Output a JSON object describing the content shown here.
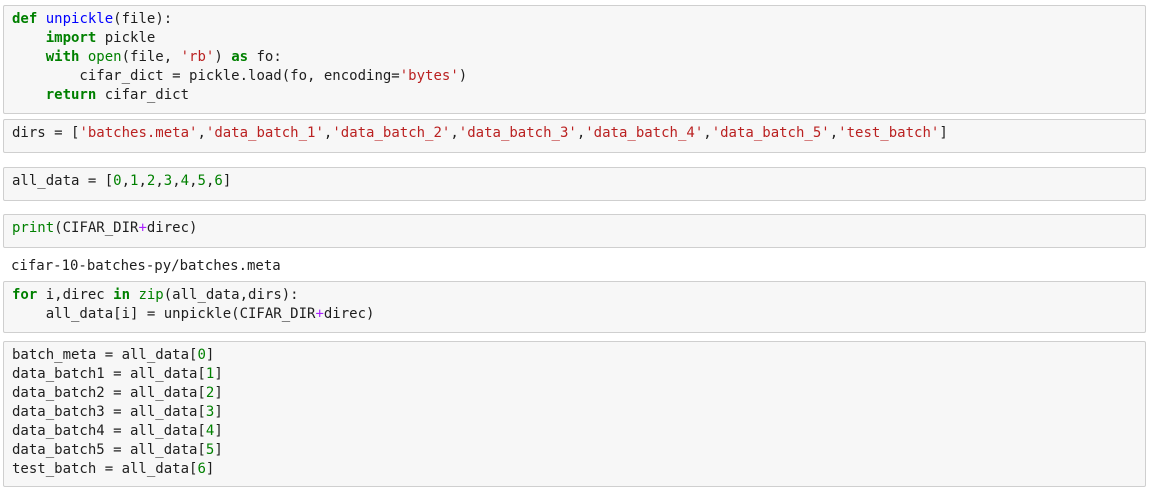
{
  "cells": [
    {
      "id": "cell-unpickle-def",
      "lines": [
        [
          {
            "t": "def",
            "c": "kw"
          },
          {
            "t": " ",
            "c": ""
          },
          {
            "t": "unpickle",
            "c": "fn"
          },
          {
            "t": "(file):",
            "c": ""
          }
        ],
        [
          {
            "t": "    ",
            "c": ""
          },
          {
            "t": "import",
            "c": "kw"
          },
          {
            "t": " pickle",
            "c": ""
          }
        ],
        [
          {
            "t": "    ",
            "c": ""
          },
          {
            "t": "with",
            "c": "kw"
          },
          {
            "t": " ",
            "c": ""
          },
          {
            "t": "open",
            "c": "bi"
          },
          {
            "t": "(file, ",
            "c": ""
          },
          {
            "t": "'rb'",
            "c": "str"
          },
          {
            "t": ") ",
            "c": ""
          },
          {
            "t": "as",
            "c": "kw"
          },
          {
            "t": " fo:",
            "c": ""
          }
        ],
        [
          {
            "t": "        cifar_dict ",
            "c": ""
          },
          {
            "t": "=",
            "c": ""
          },
          {
            "t": " pickle.load(fo, encoding=",
            "c": ""
          },
          {
            "t": "'bytes'",
            "c": "str"
          },
          {
            "t": ")",
            "c": ""
          }
        ],
        [
          {
            "t": "    ",
            "c": ""
          },
          {
            "t": "return",
            "c": "kw"
          },
          {
            "t": " cifar_dict",
            "c": ""
          }
        ]
      ]
    },
    {
      "id": "cell-dirs",
      "lines": [
        [
          {
            "t": "dirs = [",
            "c": ""
          },
          {
            "t": "'batches.meta'",
            "c": "str"
          },
          {
            "t": ",",
            "c": ""
          },
          {
            "t": "'data_batch_1'",
            "c": "str"
          },
          {
            "t": ",",
            "c": ""
          },
          {
            "t": "'data_batch_2'",
            "c": "str"
          },
          {
            "t": ",",
            "c": ""
          },
          {
            "t": "'data_batch_3'",
            "c": "str"
          },
          {
            "t": ",",
            "c": ""
          },
          {
            "t": "'data_batch_4'",
            "c": "str"
          },
          {
            "t": ",",
            "c": ""
          },
          {
            "t": "'data_batch_5'",
            "c": "str"
          },
          {
            "t": ",",
            "c": ""
          },
          {
            "t": "'test_batch'",
            "c": "str"
          },
          {
            "t": "]",
            "c": ""
          }
        ]
      ]
    },
    {
      "id": "cell-all-data",
      "lines": [
        [
          {
            "t": "all_data = [",
            "c": ""
          },
          {
            "t": "0",
            "c": "num"
          },
          {
            "t": ",",
            "c": ""
          },
          {
            "t": "1",
            "c": "num"
          },
          {
            "t": ",",
            "c": ""
          },
          {
            "t": "2",
            "c": "num"
          },
          {
            "t": ",",
            "c": ""
          },
          {
            "t": "3",
            "c": "num"
          },
          {
            "t": ",",
            "c": ""
          },
          {
            "t": "4",
            "c": "num"
          },
          {
            "t": ",",
            "c": ""
          },
          {
            "t": "5",
            "c": "num"
          },
          {
            "t": ",",
            "c": ""
          },
          {
            "t": "6",
            "c": "num"
          },
          {
            "t": "]",
            "c": ""
          }
        ]
      ]
    },
    {
      "id": "cell-print",
      "lines": [
        [
          {
            "t": "print",
            "c": "bi"
          },
          {
            "t": "(CIFAR_DIR",
            "c": ""
          },
          {
            "t": "+",
            "c": "op"
          },
          {
            "t": "direc)",
            "c": ""
          }
        ]
      ]
    },
    {
      "id": "cell-loop",
      "lines": [
        [
          {
            "t": "for",
            "c": "kw"
          },
          {
            "t": " i,direc ",
            "c": ""
          },
          {
            "t": "in",
            "c": "kw"
          },
          {
            "t": " ",
            "c": ""
          },
          {
            "t": "zip",
            "c": "bi"
          },
          {
            "t": "(all_data,dirs):",
            "c": ""
          }
        ],
        [
          {
            "t": "    all_data[i] = unpickle(CIFAR_DIR",
            "c": ""
          },
          {
            "t": "+",
            "c": "op"
          },
          {
            "t": "direc)",
            "c": ""
          }
        ]
      ]
    },
    {
      "id": "cell-assign-batches",
      "lines": [
        [
          {
            "t": "batch_meta = all_data[",
            "c": ""
          },
          {
            "t": "0",
            "c": "num"
          },
          {
            "t": "]",
            "c": ""
          }
        ],
        [
          {
            "t": "data_batch1 = all_data[",
            "c": ""
          },
          {
            "t": "1",
            "c": "num"
          },
          {
            "t": "]",
            "c": ""
          }
        ],
        [
          {
            "t": "data_batch2 = all_data[",
            "c": ""
          },
          {
            "t": "2",
            "c": "num"
          },
          {
            "t": "]",
            "c": ""
          }
        ],
        [
          {
            "t": "data_batch3 = all_data[",
            "c": ""
          },
          {
            "t": "3",
            "c": "num"
          },
          {
            "t": "]",
            "c": ""
          }
        ],
        [
          {
            "t": "data_batch4 = all_data[",
            "c": ""
          },
          {
            "t": "4",
            "c": "num"
          },
          {
            "t": "]",
            "c": ""
          }
        ],
        [
          {
            "t": "data_batch5 = all_data[",
            "c": ""
          },
          {
            "t": "5",
            "c": "num"
          },
          {
            "t": "]",
            "c": ""
          }
        ],
        [
          {
            "t": "test_batch = all_data[",
            "c": ""
          },
          {
            "t": "6",
            "c": "num"
          },
          {
            "t": "]",
            "c": ""
          }
        ]
      ]
    }
  ],
  "outputs": {
    "print_output": "cifar-10-batches-py/batches.meta"
  }
}
